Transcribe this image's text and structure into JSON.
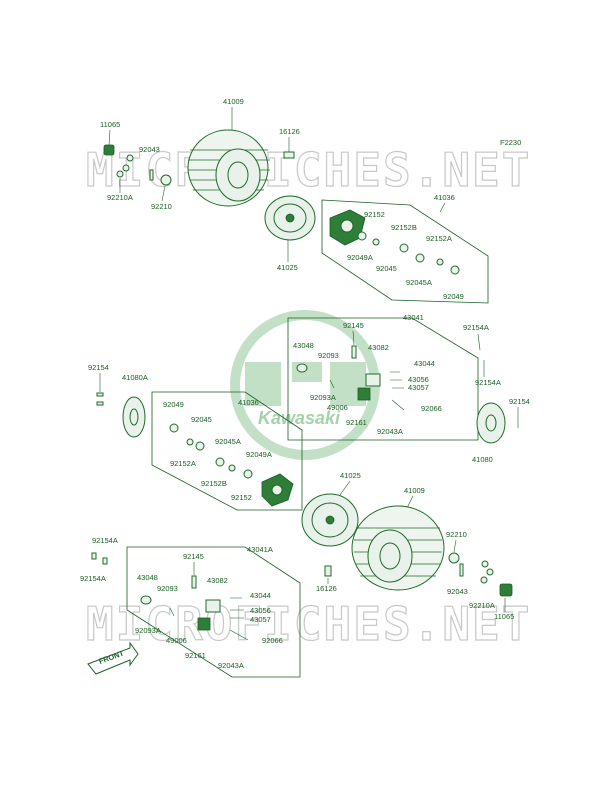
{
  "figure_ref": "F2230",
  "watermark_text": "MICROFICHES.NET",
  "logo_text": "Kawasaki",
  "front_label": "FRONT",
  "colors": {
    "line": "#1a5e24",
    "fill": "#e9f2ea",
    "logo": "#8fc796",
    "watermark": "#c8c8c8"
  },
  "labels": {
    "p11065a": "11065",
    "p92043a": "92043",
    "p92210Aa": "92210A",
    "p92210a": "92210",
    "p41009a": "41009",
    "p16126a": "16126",
    "p41025a": "41025",
    "p41036a": "41036",
    "p92152a": "92152",
    "p92152Ba": "92152B",
    "p92152Aa": "92152A",
    "p92049Aa": "92049A",
    "p92045a": "92045",
    "p92045Aa": "92045A",
    "p92049a": "92049",
    "p92145a": "92145",
    "p43041": "43041",
    "p92154Aa": "92154A",
    "p43048a": "43048",
    "p92093a": "92093",
    "p43082a": "43082",
    "p43044a": "43044",
    "p43056a": "43056",
    "p43057a": "43057",
    "p92093Aa": "92093A",
    "p49006a": "49006",
    "p92066a": "92066",
    "p92161a": "92161",
    "p92043Aa": "92043A",
    "p92154Ab": "92154A",
    "p92154a": "92154",
    "p41080Aa": "41080A",
    "p92049b": "92049",
    "p92045b": "92045",
    "p41036b": "41036",
    "p92152Ab": "92152A",
    "p92045Ab": "92045A",
    "p92049Ab": "92049A",
    "p92152Bb": "92152B",
    "p92152b": "92152",
    "p92154b": "92154",
    "p41080a": "41080",
    "p41025b": "41025",
    "p41009b": "41009",
    "p92210b": "92210",
    "p92043b": "92043",
    "p92210Ab": "92210A",
    "p11065b": "11065",
    "p16126b": "16126",
    "p92154Ac": "92154A",
    "p92154Ad": "92154A",
    "p92145b": "92145",
    "p43041A": "43041A",
    "p43048b": "43048",
    "p92093b": "92093",
    "p43082b": "43082",
    "p43044b": "43044",
    "p43056b": "43056",
    "p43057b": "43057",
    "p92093Ab": "92093A",
    "p49006b": "49006",
    "p92066b": "92066",
    "p92161b": "92161",
    "p92043Ab": "92043A"
  }
}
